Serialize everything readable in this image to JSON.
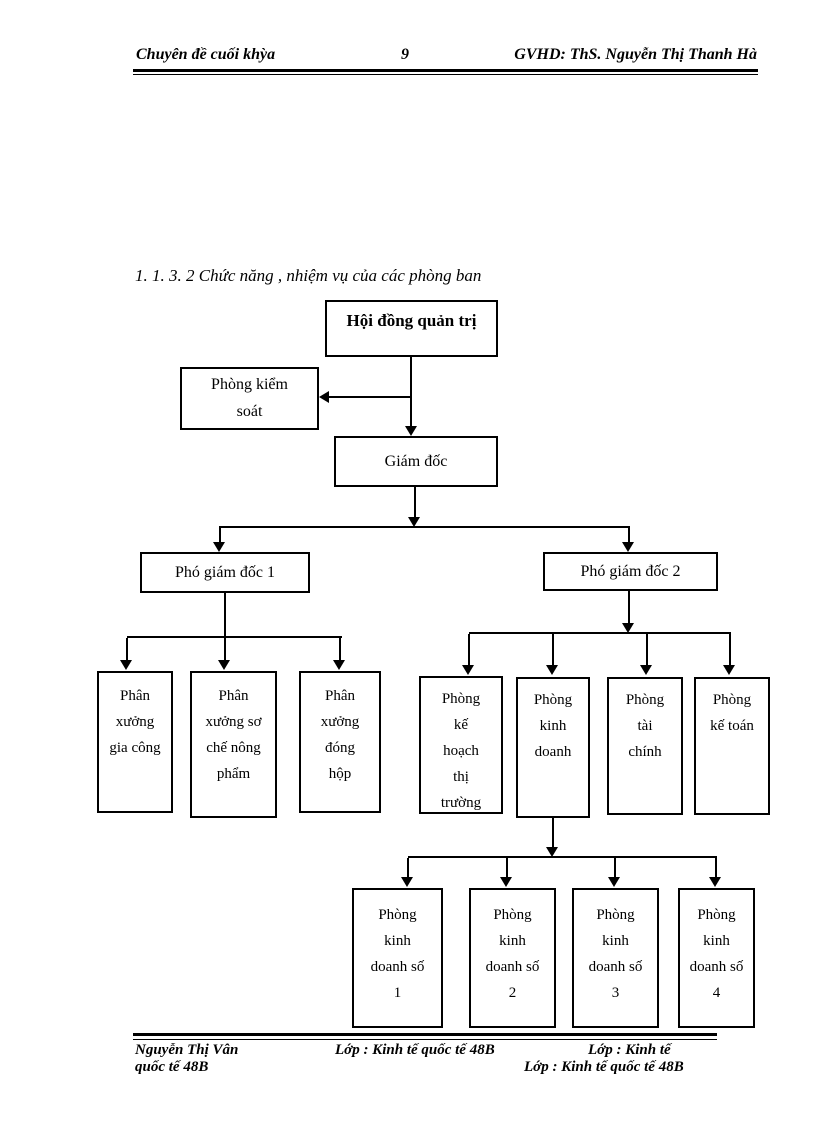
{
  "header": {
    "left": "Chuyên đề cuối khỳa",
    "page_number": "9",
    "right": "GVHD: ThS. Nguyễn Thị Thanh Hà"
  },
  "section_heading": "1. 1. 3. 2 Chức năng , nhiệm vụ của các phòng ban",
  "org_chart": {
    "nodes": {
      "hoi_dong_quan_tri": "Hội đồng quản trị",
      "phong_kiem_soat": "Phòng kiểm soát",
      "giam_doc": "Giám đốc",
      "pho_giam_doc_1": "Phó giám đốc 1",
      "pho_giam_doc_2": "Phó giám đốc 2",
      "phan_xuong_gia_cong": "Phân xưởng gia công",
      "phan_xuong_so_che": "Phân xưởng sơ chế nông phẩm",
      "phan_xuong_dong_hop": "Phân xưởng đóng hộp",
      "phong_ke_hoach": "Phòng kế hoạch thị trường",
      "phong_kinh_doanh": "Phòng kinh doanh",
      "phong_tai_chinh": "Phòng tài chính",
      "phong_ke_toan": "Phòng kế toán",
      "phong_kd_so_1": "Phòng kinh doanh số 1",
      "phong_kd_so_2": "Phòng kinh doanh số 2",
      "phong_kd_so_3": "Phòng kinh doanh số 3",
      "phong_kd_so_4": "Phòng kinh doanh số 4"
    },
    "edges": [
      "Hội đồng quản trị -> Phòng kiểm soát",
      "Hội đồng quản trị -> Giám đốc",
      "Giám đốc -> Phó giám đốc 1",
      "Giám đốc -> Phó giám đốc 2",
      "Phó giám đốc 1 -> Phân xưởng gia công",
      "Phó giám đốc 1 -> Phân xưởng sơ chế nông phẩm",
      "Phó giám đốc 1 -> Phân xưởng đóng hộp",
      "Phó giám đốc 2 -> Phòng kế hoạch thị trường",
      "Phó giám đốc 2 -> Phòng kinh doanh",
      "Phó giám đốc 2 -> Phòng tài chính",
      "Phó giám đốc 2 -> Phòng kế toán",
      "Phòng kinh doanh -> Phòng kinh doanh số 1",
      "Phòng kinh doanh -> Phòng kinh doanh số 2",
      "Phòng kinh doanh -> Phòng kinh doanh số 3",
      "Phòng kinh doanh -> Phòng kinh doanh số 4"
    ]
  },
  "footer": {
    "left_line1": "Nguyễn Thị Vân",
    "left_line2": "quốc tế 48B",
    "center": "Lớp : Kinh tế quốc tế 48B",
    "right_line1": "Lớp : Kinh tế",
    "right_line2": "Lớp : Kinh tế quốc tế 48B"
  }
}
